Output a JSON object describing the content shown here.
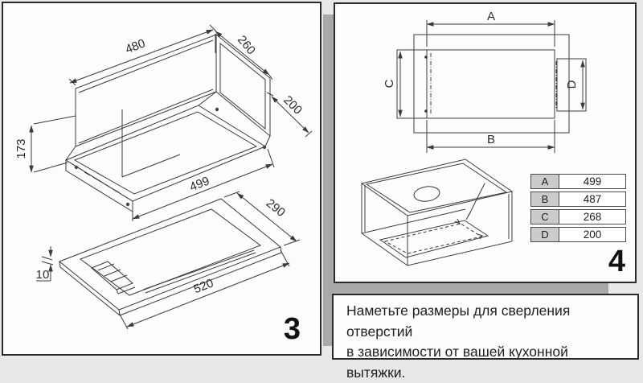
{
  "page": {
    "background": "#e8e8e8",
    "shadow_color": "#a9a9a9",
    "panel_background": "#fdfdfd",
    "panel_border": "#2a2a2a",
    "line_color": "#3a3a3a"
  },
  "figure3": {
    "number": "3",
    "dims": {
      "body_width": "480",
      "body_depth_top": "260",
      "body_depth_right": "200",
      "body_height": "173",
      "opening_width": "499",
      "panel_depth": "290",
      "panel_width": "520",
      "panel_thickness": "10"
    }
  },
  "figure4": {
    "number": "4",
    "plan_labels": {
      "a": "A",
      "b": "B",
      "c": "C",
      "d": "D"
    },
    "table": {
      "rows": [
        {
          "key": "A",
          "value": "499"
        },
        {
          "key": "B",
          "value": "487"
        },
        {
          "key": "C",
          "value": "268"
        },
        {
          "key": "D",
          "value": "200"
        }
      ]
    }
  },
  "note": {
    "text": "Наметьте размеры для сверления отверстий\nв зависимости от вашей кухонной вытяжки."
  }
}
